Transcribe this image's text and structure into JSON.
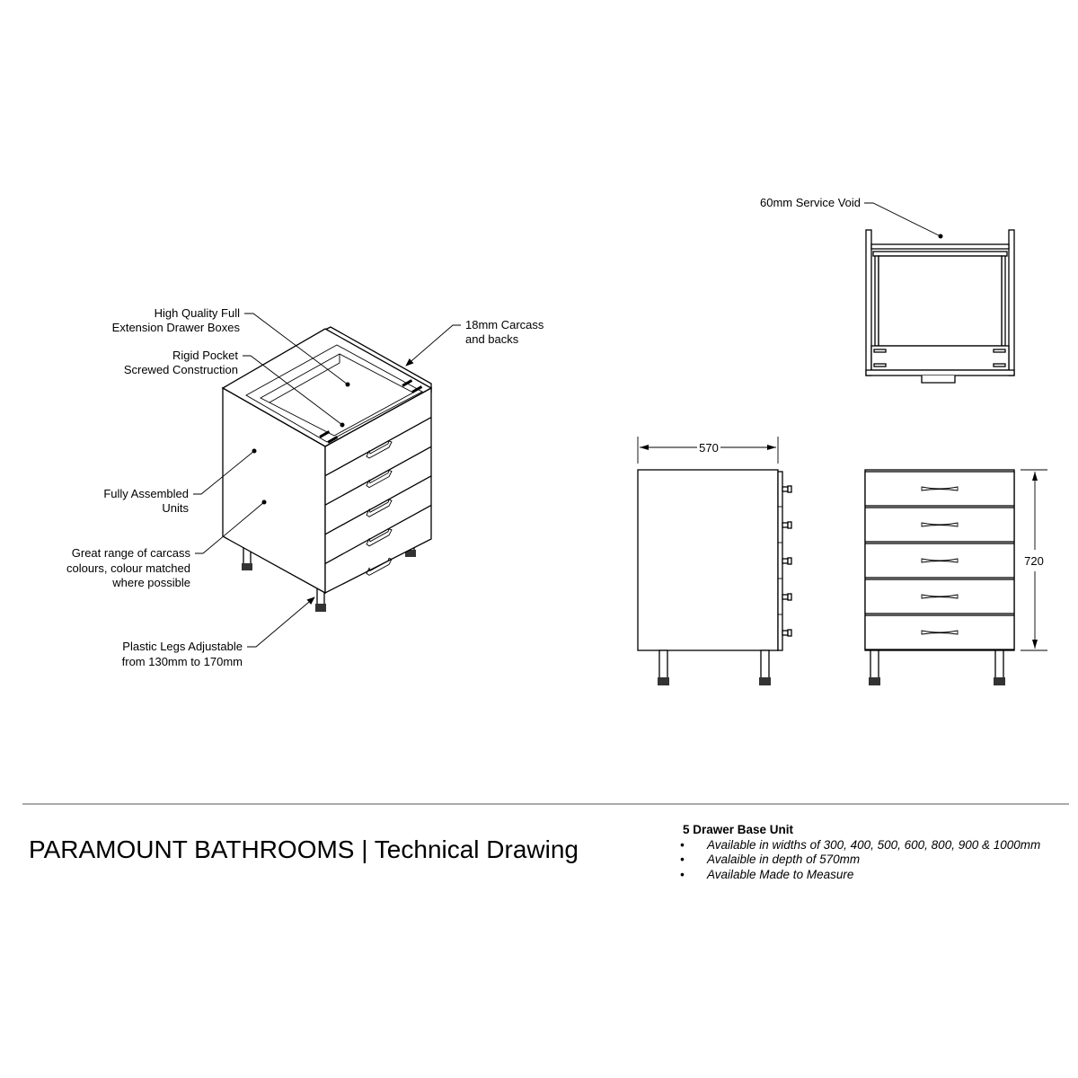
{
  "labels": {
    "drawer_boxes": [
      "High Quality Full",
      "Extension Drawer Boxes"
    ],
    "pocket": [
      "Rigid Pocket",
      "Screwed Construction"
    ],
    "carcass": [
      "18mm Carcass",
      "and backs"
    ],
    "assembled": [
      "Fully Assembled",
      "Units"
    ],
    "colours": [
      "Great range of carcass",
      "colours, colour matched",
      "where possible"
    ],
    "legs": [
      "Plastic Legs Adjustable",
      "from 130mm to 170mm"
    ],
    "service_void": "60mm Service Void"
  },
  "dimensions": {
    "depth": "570",
    "height": "720"
  },
  "footer": {
    "title": "PARAMOUNT BATHROOMS | Technical Drawing",
    "product": "5 Drawer Base Unit",
    "bullet": "•",
    "points": [
      "Available in widths of 300, 400, 500, 600, 800, 900 & 1000mm",
      "Avalaible in depth of 570mm",
      "Available Made to Measure"
    ]
  }
}
